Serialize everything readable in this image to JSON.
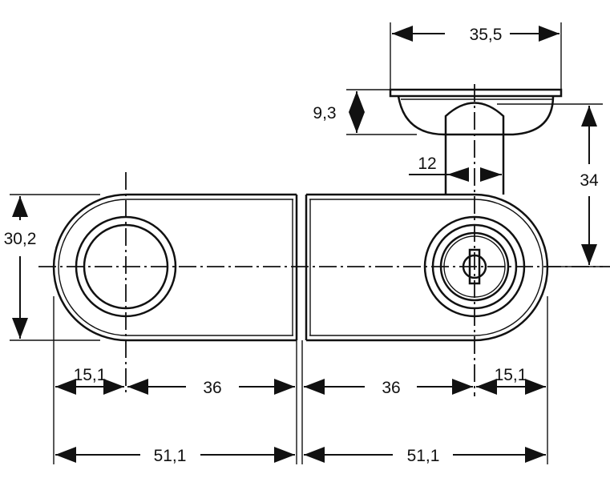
{
  "dimensions": {
    "cup_width": "35,5",
    "cup_height": "9,3",
    "stem_height": "34",
    "stem_half_width": "12",
    "body_height": "30,2",
    "left_end_offset": "15,1",
    "left_center_span": "36",
    "right_center_span": "36",
    "right_end_offset": "15,1",
    "left_total": "51,1",
    "right_total": "51,1"
  },
  "colors": {
    "line": "#111111",
    "background": "#ffffff"
  }
}
